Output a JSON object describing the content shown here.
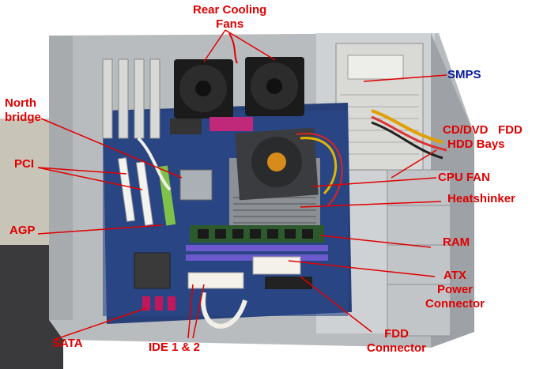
{
  "labels": {
    "rear_cooling_fans": {
      "line1": "Rear Cooling",
      "line2": "Fans"
    },
    "north_bridge": {
      "line1": "North",
      "line2": "bridge"
    },
    "pci": "PCI",
    "agp": "AGP",
    "sata": "SATA",
    "ide": "IDE 1 & 2",
    "fdd_connector": {
      "line1": "FDD",
      "line2": "Connector"
    },
    "smps": "SMPS",
    "cd_dvd_fdd_hdd_bays": {
      "line1": "CD/DVD   FDD",
      "line2": "HDD Bays"
    },
    "cpu_fan": "CPU FAN",
    "heatsink": "Heatshinker",
    "ram": "RAM",
    "atx_power_connector": {
      "line1": "ATX",
      "line2": "Power",
      "line3": "Connector"
    }
  },
  "colors": {
    "label_red": "#e00000",
    "label_blue": "#0a1a9a",
    "leader_line": "#e00000"
  }
}
